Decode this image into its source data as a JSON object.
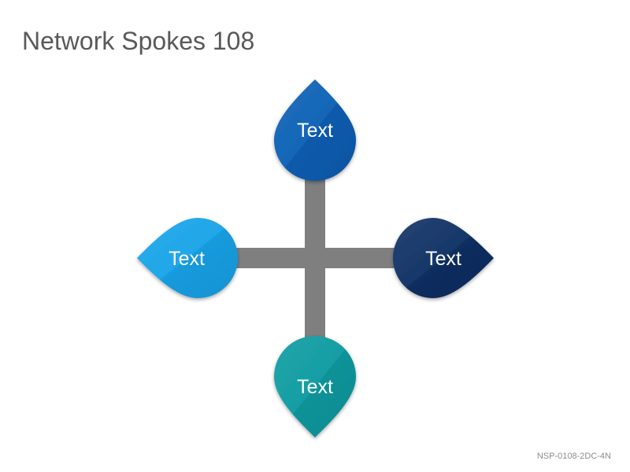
{
  "title": "Network Spokes 108",
  "footer_code": "NSP-0108-2DC-4N",
  "colors": {
    "connector": "#7f7f7f",
    "top": "#0a5fb4",
    "left": "#16a3e8",
    "right": "#0d2f63",
    "bottom": "#0b9aa0"
  },
  "nodes": {
    "top": {
      "label": "Text",
      "icon": "teardrop-shape"
    },
    "left": {
      "label": "Text",
      "icon": "teardrop-shape"
    },
    "right": {
      "label": "Text",
      "icon": "teardrop-shape"
    },
    "bottom": {
      "label": "Text",
      "icon": "teardrop-shape"
    }
  }
}
